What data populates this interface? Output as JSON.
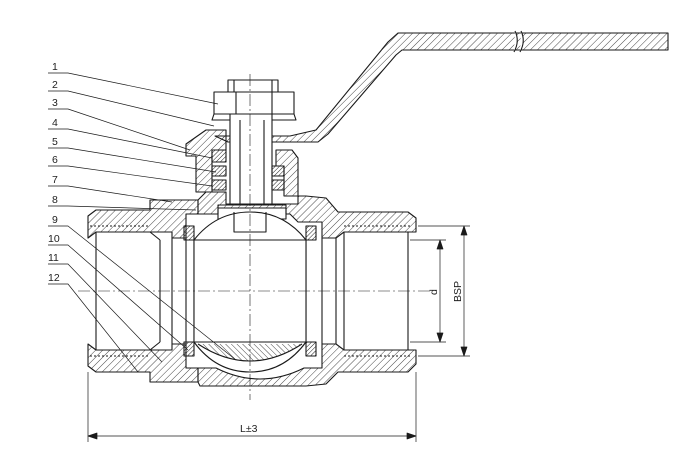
{
  "part_numbers": [
    "1",
    "2",
    "3",
    "4",
    "5",
    "6",
    "7",
    "8",
    "9",
    "10",
    "11",
    "12"
  ],
  "dimensions": {
    "bore": "d",
    "thread": "BSP",
    "length": "L±3"
  },
  "colors": {
    "line": "#1a1a1a",
    "hatch": "#333333",
    "background": "#ffffff"
  }
}
